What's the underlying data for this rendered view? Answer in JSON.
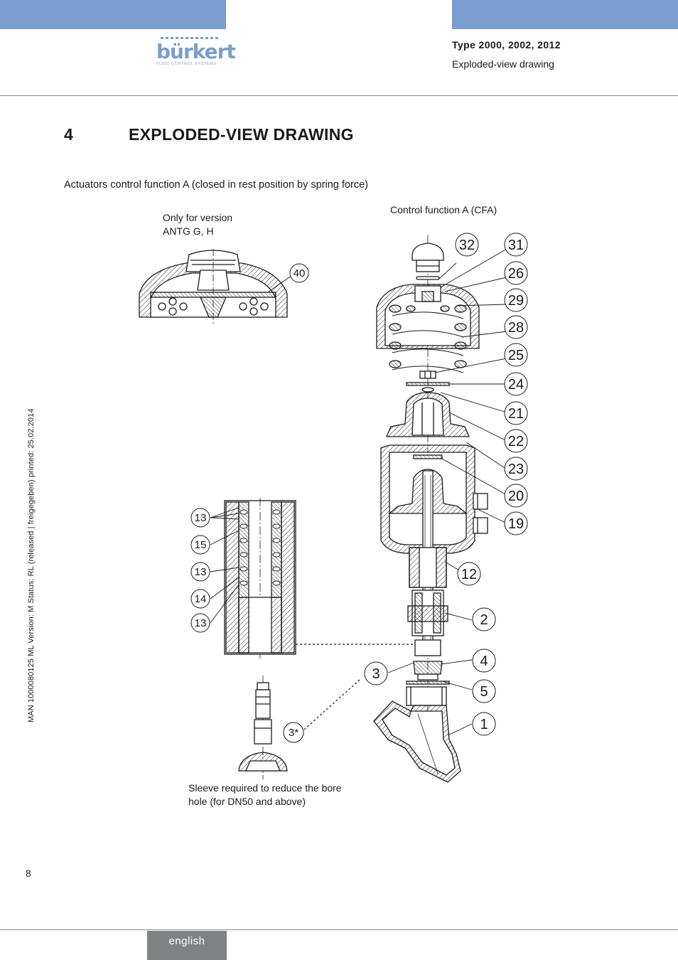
{
  "header": {
    "brand": "bürkert",
    "brand_tagline": "FLUID CONTROL SYSTEMS",
    "doc_type": "Type 2000, 2002, 2012",
    "doc_subtitle": "Exploded-view drawing",
    "accent_color": "#7a9ccf"
  },
  "section": {
    "number": "4",
    "title": "EXPLODED-VIEW DRAWING",
    "intro": "Actuators control function A (closed in rest position by spring force)"
  },
  "figure": {
    "caption_version_line1": "Only for version",
    "caption_version_line2": "ANTG G, H",
    "caption_cfa": "Control function A (CFA)",
    "caption_sleeve_line1": "Sleeve required to reduce the bore",
    "caption_sleeve_line2": "hole (for DN50 and above)",
    "callouts_main": [
      "32",
      "31",
      "26",
      "29",
      "28",
      "25",
      "24",
      "21",
      "22",
      "23",
      "20",
      "19",
      "12",
      "2",
      "4",
      "5",
      "1",
      "3"
    ],
    "callouts_small": [
      "40",
      "13",
      "15",
      "13",
      "14",
      "13",
      "3*"
    ]
  },
  "margin_text": "MAN  1000080125  ML  Version: M  Status: RL (released | freigegeben)  printed: 25.02.2014",
  "footer": {
    "page_number": "8",
    "language": "english",
    "language_bg": "#7f8285"
  }
}
